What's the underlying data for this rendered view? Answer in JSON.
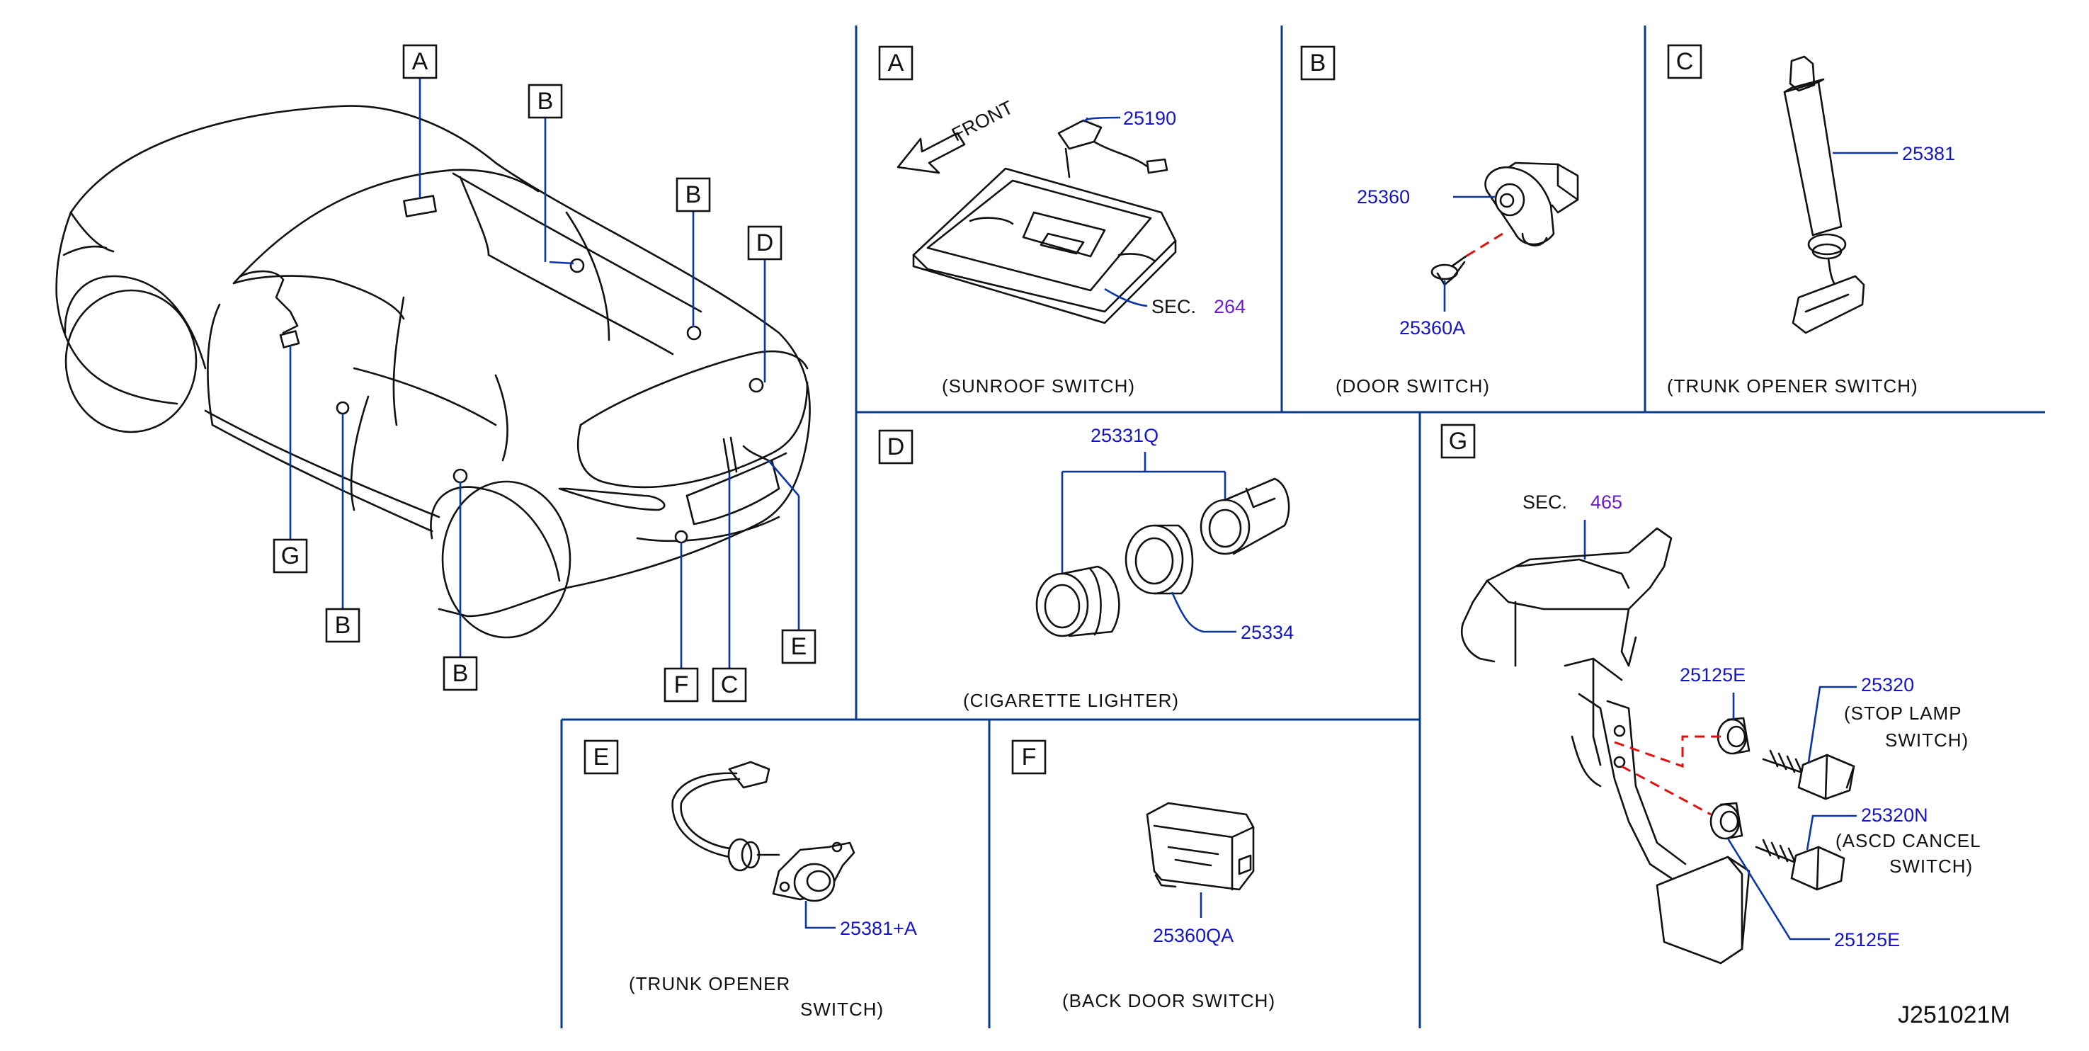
{
  "overview": {
    "callouts": [
      "A",
      "B",
      "B",
      "D",
      "G",
      "B",
      "B",
      "F",
      "C",
      "E"
    ]
  },
  "panels": {
    "A": {
      "letter": "A",
      "front_label": "FRONT",
      "part_25190": "25190",
      "sec_label": "SEC.",
      "sec_number": "264",
      "caption": "(SUNROOF   SWITCH)"
    },
    "B": {
      "letter": "B",
      "part_25360": "25360",
      "part_25360A": "25360A",
      "caption": "(DOOR   SWITCH)"
    },
    "C": {
      "letter": "C",
      "part_25381": "25381",
      "caption": "(TRUNK   OPENER        SWITCH)"
    },
    "D": {
      "letter": "D",
      "part_25331Q": "25331Q",
      "part_25334": "25334",
      "caption": "(CIGARETTE   LIGHTER)"
    },
    "E": {
      "letter": "E",
      "part_25381A": "25381+A",
      "caption_line1": "(TRUNK   OPENER",
      "caption_line2": "SWITCH)"
    },
    "F": {
      "letter": "F",
      "part_25360QA": "25360QA",
      "caption": "(BACK   DOOR   SWITCH)"
    },
    "G": {
      "letter": "G",
      "sec_label": "SEC.",
      "sec_number": "465",
      "part_25125E_top": "25125E",
      "part_25320": "25320",
      "stop_line1": "(STOP   LAMP",
      "stop_line2": "SWITCH)",
      "part_25320N": "25320N",
      "ascd_line1": "(ASCD   CANCEL",
      "ascd_line2": "SWITCH)",
      "part_25125E_bottom": "25125E"
    }
  },
  "diagram_code": "J251021M"
}
